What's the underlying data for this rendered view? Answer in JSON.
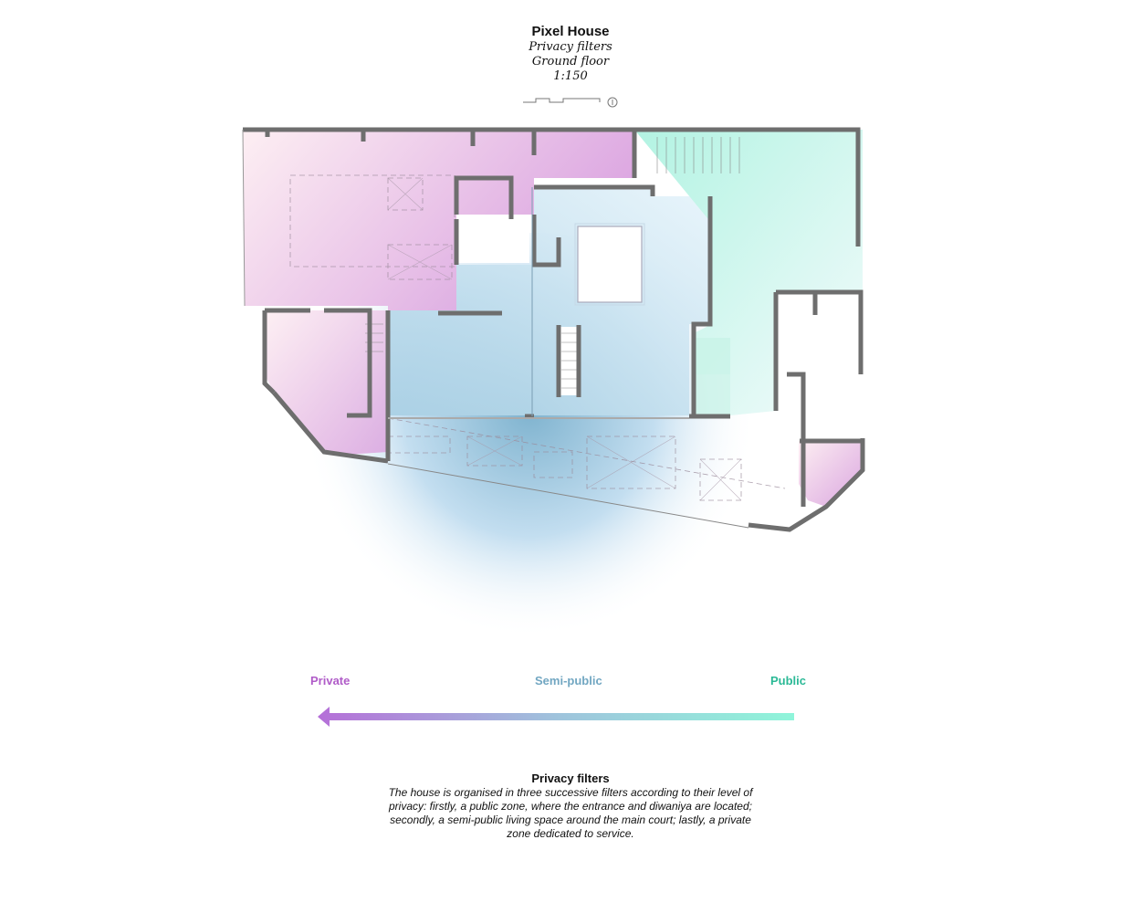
{
  "header": {
    "title": "Pixel House",
    "subtitle": "Privacy filters",
    "floor": "Ground floor",
    "scale": "1:150",
    "icons": [
      "scale-bar-icon",
      "north-arrow-icon"
    ]
  },
  "plan": {
    "zones": [
      {
        "name": "Private",
        "color": "#c66fd6",
        "tint": "#e9b8e6"
      },
      {
        "name": "Semi-public",
        "color": "#6aa7c4",
        "tint": "#8fc3dc"
      },
      {
        "name": "Public",
        "color": "#2bbf98",
        "tint": "#9ff0dc"
      }
    ],
    "wall_color": "#6e6e6e"
  },
  "legend": {
    "private_label": "Private",
    "semipublic_label": "Semi-public",
    "public_label": "Public",
    "private_color": "#b05cc8",
    "semipublic_color": "#72a7c2",
    "public_color": "#2bb996",
    "arrow_direction": "left"
  },
  "caption": {
    "title": "Privacy filters",
    "body": "The house is organised in three successive filters according to their level of privacy: firstly, a public zone, where the entrance and diwaniya are located; secondly, a semi-public living space around the main court; lastly, a private zone dedicated to service."
  }
}
